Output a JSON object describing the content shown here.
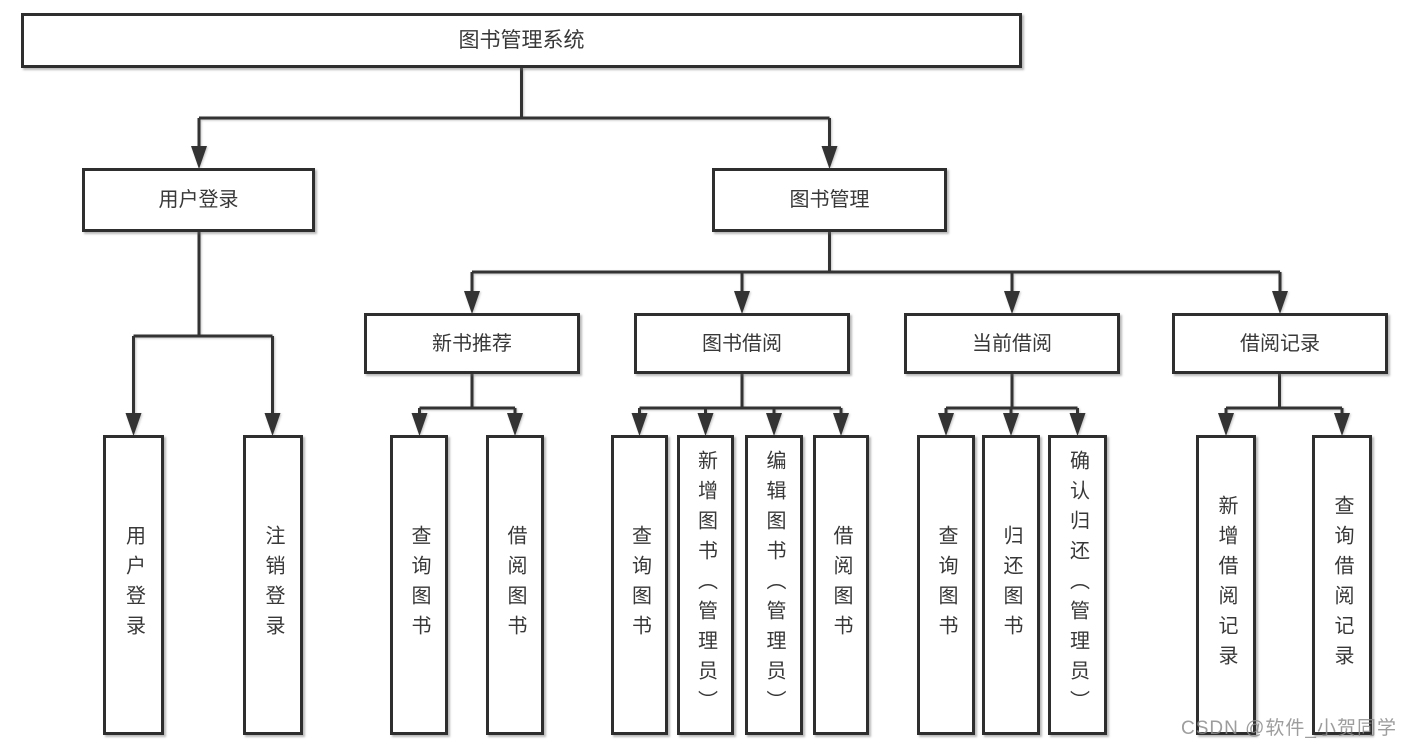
{
  "diagram": {
    "root": "图书管理系统",
    "branches": [
      {
        "label": "用户登录",
        "children": [
          "用户登录",
          "注销登录"
        ]
      },
      {
        "label": "图书管理",
        "groups": [
          {
            "label": "新书推荐",
            "children": [
              "查询图书",
              "借阅图书"
            ]
          },
          {
            "label": "图书借阅",
            "children": [
              "查询图书",
              "新增图书（管理员）",
              "编辑图书（管理员）",
              "借阅图书"
            ]
          },
          {
            "label": "当前借阅",
            "children": [
              "查询图书",
              "归还图书",
              "确认归还（管理员）"
            ]
          },
          {
            "label": "借阅记录",
            "children": [
              "新增借阅记录",
              "查询借阅记录"
            ]
          }
        ]
      }
    ]
  },
  "watermark": "CSDN @软件_小贺同学",
  "colors": {
    "line": "#333333",
    "box_border": "#2e2e2e",
    "text": "#383838",
    "watermark": "#8c8c8c",
    "background": "#ffffff"
  }
}
